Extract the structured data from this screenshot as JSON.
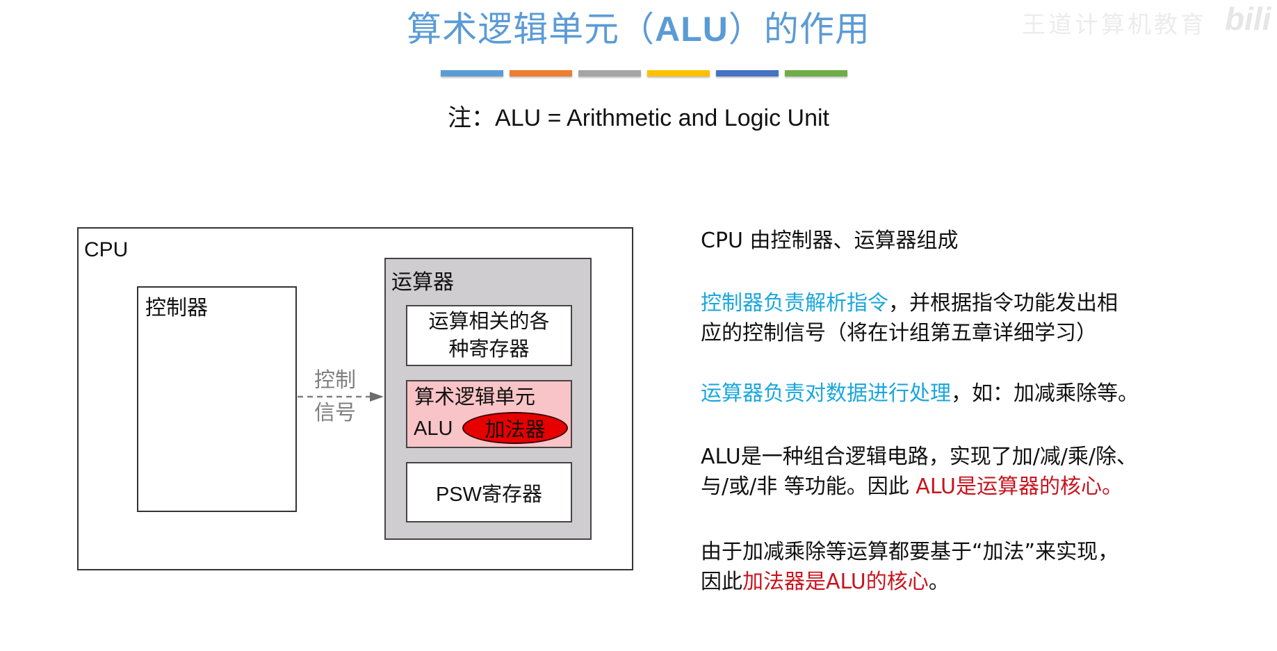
{
  "header": {
    "title_prefix": "算术逻辑单元（",
    "title_alu": "ALU",
    "title_suffix": "）的作用",
    "bar_colors": [
      "#5b9bd5",
      "#ed7d31",
      "#a5a5a5",
      "#ffc000",
      "#4472c4",
      "#70ad47"
    ],
    "note": "注：ALU = Arithmetic and Logic Unit"
  },
  "watermark": {
    "text": "王道计算机教育",
    "logo": "bili"
  },
  "diagram": {
    "cpu_label": "CPU",
    "controller_label": "控制器",
    "signal_label_line1": "控制",
    "signal_label_line2": "信号",
    "arith_unit_label": "运算器",
    "registers_line1": "运算相关的各",
    "registers_line2": "种寄存器",
    "alu_line1": "算术逻辑单元",
    "alu_abbr": "ALU",
    "adder_label": "加法器",
    "psw_label": "PSW寄存器",
    "colors": {
      "arith_unit_fill": "#cfcdd0",
      "alu_fill": "#f9c4c7",
      "adder_fill": "#e60000",
      "signal_color": "#7f7f7f"
    }
  },
  "text": {
    "p1": "CPU 由控制器、运算器组成",
    "p2_blue": "控制器负责解析指令",
    "p2_rest": "，并根据指令功能发出相",
    "p2_line2": "应的控制信号（将在计组第五章详细学习）",
    "p3_blue": "运算器负责对数据进行处理",
    "p3_rest": "，如：加减乘除等。",
    "p4_line1": "ALU是一种组合逻辑电路，实现了加/减/乘/除、",
    "p4_line2_plain": "与/或/非 等功能。因此 ",
    "p4_line2_red": "ALU是运算器的核心。",
    "p5_line1": "由于加减乘除等运算都要基于“加法”来实现，",
    "p5_line2_plain": "因此",
    "p5_line2_red": "加法器是ALU的核心",
    "p5_line2_end": "。",
    "colors": {
      "highlight_blue": "#1aa7dc",
      "highlight_red": "#c8141e"
    }
  }
}
